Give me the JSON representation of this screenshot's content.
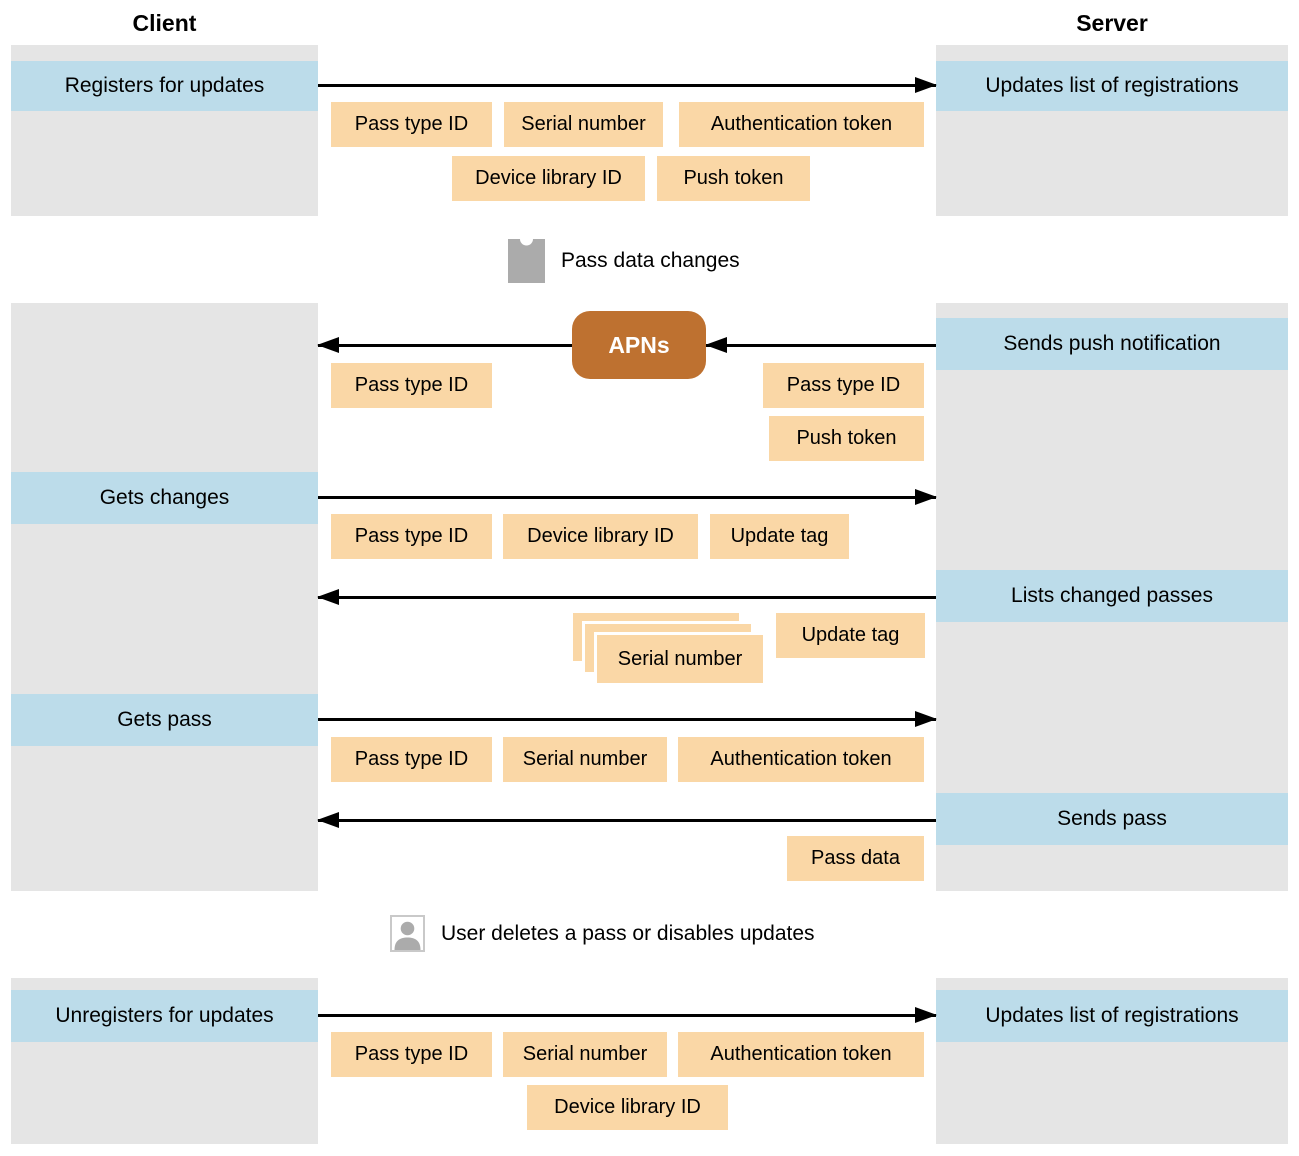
{
  "colors": {
    "column_gray": "#e5e5e5",
    "event_blue": "#bcdcea",
    "param_orange": "#fad7a6",
    "apns_brown": "#be7130",
    "arrow_black": "#000000",
    "icon_gray": "#ababab",
    "icon_border": "#c9c9c9"
  },
  "headers": {
    "client": "Client",
    "server": "Server"
  },
  "section_registration": {
    "client_event": "Registers for updates",
    "server_event": "Updates list of registrations",
    "params_row1": [
      "Pass type ID",
      "Serial number",
      "Authentication token"
    ],
    "params_row2": [
      "Device library ID",
      "Push token"
    ]
  },
  "note_pass_changes": "Pass data changes",
  "section_update": {
    "apns_label": "APNs",
    "server_event_push": "Sends push notification",
    "apns_param_client": "Pass type ID",
    "apns_params_server": [
      "Pass type ID",
      "Push token"
    ],
    "client_event_get_changes": "Gets changes",
    "get_changes_params": [
      "Pass type ID",
      "Device library ID",
      "Update tag"
    ],
    "server_event_list": "Lists changed passes",
    "list_params": {
      "serial_number": "Serial number",
      "update_tag": "Update tag"
    },
    "client_event_get_pass": "Gets pass",
    "get_pass_params": [
      "Pass type ID",
      "Serial number",
      "Authentication token"
    ],
    "server_event_send": "Sends pass",
    "send_params": [
      "Pass data"
    ]
  },
  "note_user_deletes": "User deletes a pass or disables updates",
  "section_unregistration": {
    "client_event": "Unregisters for updates",
    "server_event": "Updates list of registrations",
    "params_row1": [
      "Pass type ID",
      "Serial number",
      "Authentication token"
    ],
    "params_row2": [
      "Device library ID"
    ]
  }
}
